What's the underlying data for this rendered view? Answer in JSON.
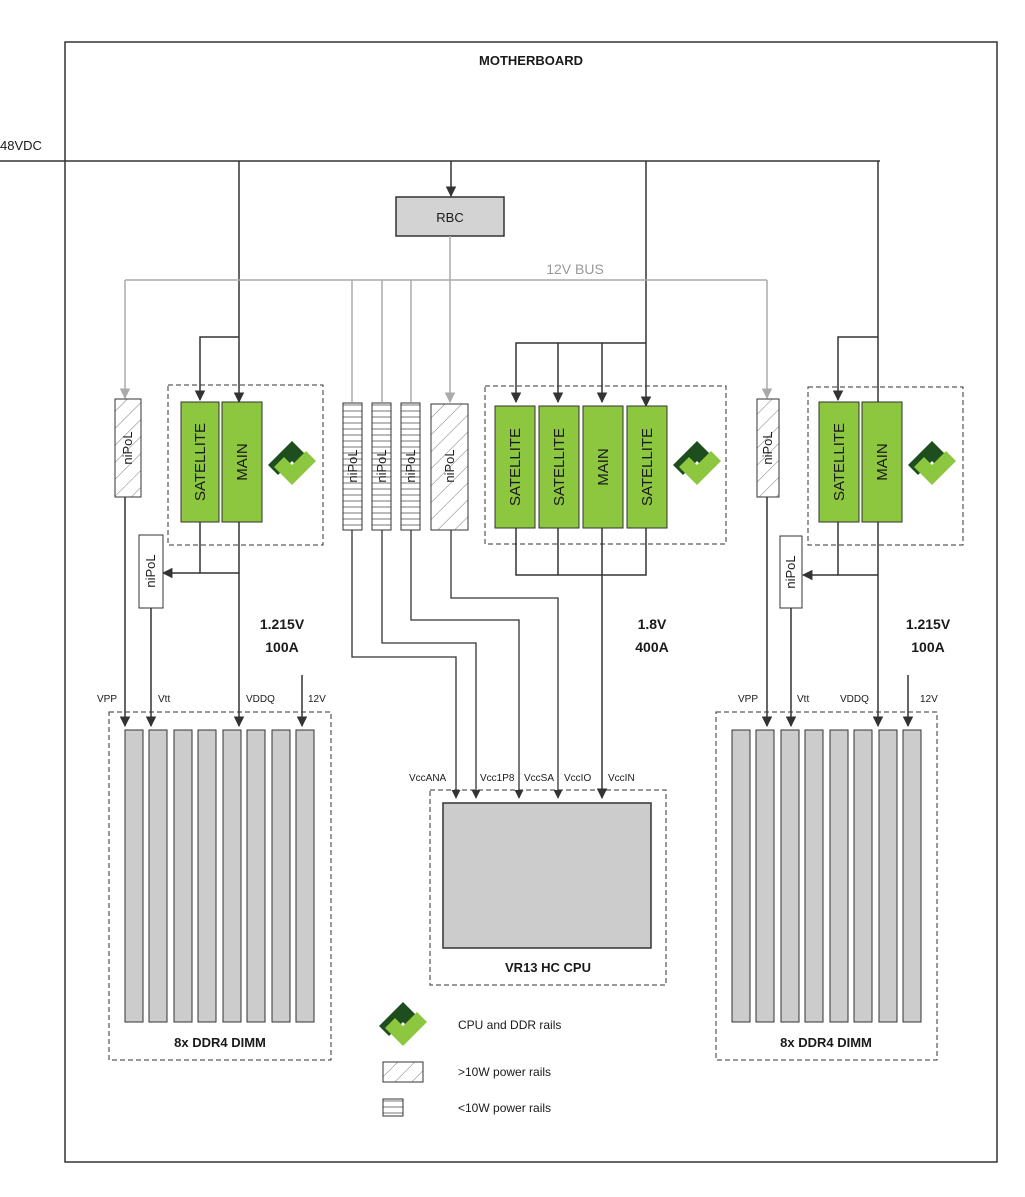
{
  "labels": {
    "motherboard": "MOTHERBOARD",
    "input_48v": "48VDC",
    "rbc": "RBC",
    "bus_12v": "12V BUS",
    "nipol": "niPoL",
    "satellite": "SATELLITE",
    "main": "MAIN",
    "left_voltage": "1.215V",
    "left_current": "100A",
    "mid_voltage": "1.8V",
    "mid_current": "400A",
    "right_voltage": "1.215V",
    "right_current": "100A",
    "mem_rails": {
      "vpp": "VPP",
      "vtt": "Vtt",
      "vddq": "VDDQ",
      "v12": "12V"
    },
    "cpu_rails": {
      "vccana": "VccANA",
      "vcc1p8": "Vcc1P8",
      "vccsa": "VccSA",
      "vccio": "VccIO",
      "vccin": "VccIN"
    },
    "dimm_left": "8x DDR4 DIMM",
    "dimm_right": "8x DDR4 DIMM",
    "cpu": "VR13 HC CPU"
  },
  "legend": {
    "cpu_ddr": "CPU and DDR rails",
    "gt10w": ">10W power rails",
    "lt10w": "<10W power rails"
  },
  "colors": {
    "module_green": "#8dc63f",
    "logo_dark": "#1e4d1e",
    "bus_gray": "#aaaaaa",
    "dimm_fill": "#cccccc",
    "rbc_fill": "#d3d3d3"
  }
}
